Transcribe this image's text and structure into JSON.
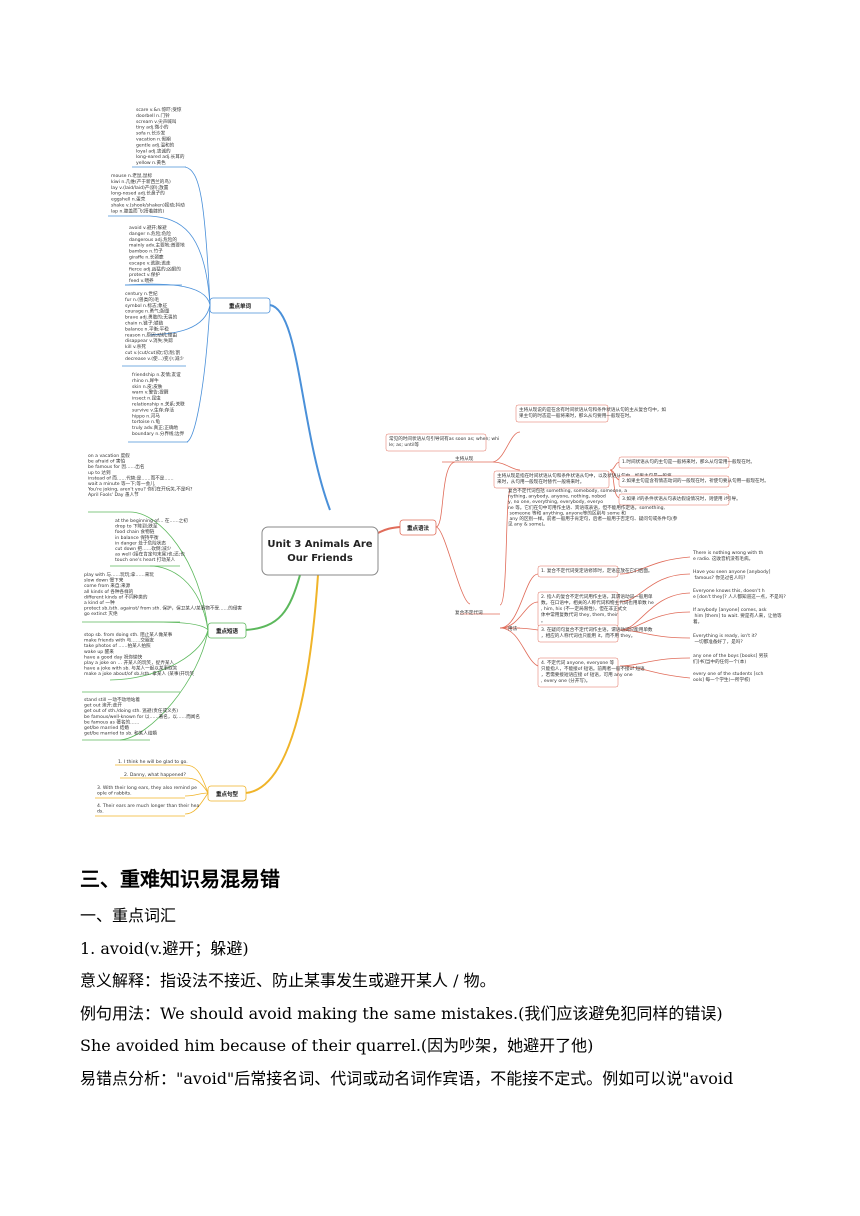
{
  "mindmap": {
    "root": "Unit 3 Animals Are Our Friends",
    "root_lines": [
      "Unit 3 Animals Are",
      "Our Friends"
    ],
    "colors": {
      "words": "#4a90d9",
      "grammar": "#e06c5a",
      "phrases": "#5cb85c",
      "sentences": "#f0b429"
    },
    "branches": {
      "words": "重点单词",
      "grammar": "重点语法",
      "phrases": "重点短语",
      "sentences": "重点句型"
    },
    "words_groups": [
      [
        "scare  v.&n.惊吓;受惊",
        "doorbell  n.门铃",
        "scream  v.尖声喊叫",
        "tiny  adj.微小的",
        "sofa  n.长沙发",
        "vacation  n.假期",
        "gentle  adj.温和的",
        "loyal  adj.忠诚的",
        "long-eared  adj.长耳的",
        "yellow  n.黄色"
      ],
      [
        "mouse  n.老鼠,鼠标",
        "kiwi  n.几维(产于新西兰的鸟)",
        "lay  v.(laid/laid)产(卵);放置",
        "long-nosed  adj.长鼻子的",
        "eggshell  n.蛋壳",
        "shake  v.(shook/shaken)摇动;抖动",
        "lap  n.膝盖而飞(搭着膝的)"
      ],
      [
        "avoid  v.避开;躲避",
        "danger  n.危险;危险",
        "dangerous  adj.危险的",
        "mainly  adv.主要地;首要地",
        "bamboo  n.竹子",
        "giraffe  n.长颈鹿",
        "escape  v.逃跑;逃走",
        "fierce  adj.凶猛的;凶狠的",
        "protect  v.保护",
        "feed  v.喂养"
      ],
      [
        "century  n.世纪",
        "fur  n.(兽类的)毛",
        "symbol  n.标志;象征",
        "courage  n.勇气;胆量",
        "brave  adj.勇敢的;无畏的",
        "chain  n.链子;锁链",
        "balance  n.平衡;平稳",
        "reason  n.原因;动机;理由",
        "disappear  v.消失;失踪",
        "kill  v.杀死",
        "cut  v.(cut/cut)砍;切;削;割",
        "decrease  v.(使…)变小;减少"
      ],
      [
        "friendship  n.友情;友谊",
        "rhino  n.犀牛",
        "skin  n.皮;皮肤",
        "warn  v.警告;提醒",
        "insect  n.昆虫",
        "relationship  n.关系;关联",
        "survive  v.生存;存活",
        "hippo  n.河马",
        "tortoise  n.龟",
        "truly  adv.真正;正确地",
        "boundary  n.分界线;边界"
      ]
    ],
    "grammar": {
      "sub1": "主将从现",
      "note_top": "主将从现说的是在含有时间状语从句和条件状语从句的主从复合句中，如果主句的时态是一般将来时，那么从句要用一般现在时。",
      "conj": "常见的时间状语从句引导词有as soon as; when; while; as; until等",
      "rule_main": "主将从现是指在时间状语从句和条件状语从句中，以及状语从句中，如果主句是一般将来时，从句用一般现在时替代一般将来时。",
      "right1": "1.时间状语从句的主句是一般将来时，那么从句常用一般现在时。",
      "right2": "2.如果主句是含有情态动词的一般现在时，祈使句要从句用一般现在时。",
      "right3": "3.如果 if的条件状语从句表达假设情况时，则使用 if引导。",
      "sub2": "复合不定代词",
      "pron_desc": "复合不定代词包括 something, somebody, someone, anything, anybody, anyone, nothing, nobody, no one, everything, everybody, everyone 等。它们在句中可用作主语、宾语或表语，但不能用作定语。something, someone 等和 anything, anyone等的区别与 some 和 any 的区别一样。前者一般用于肯定句，后者一般用于否定句、疑问句或条件句(参见 any & some)。",
      "usage": "用法",
      "u1": "1. 复合不定代词受定语修饰时，定语应放在它们后面。",
      "u2": "2. 指人的复合不定代词用作主语，其谓语动词一般用单数。在口语中，相关的人称代词和物主代词也用单数 he, him, his (不一定局限性)，但在非正式文体中常用复数代词 they, them, their。",
      "u3": "3. 在疑问句复合不定代词作主语，谓语动词只能用单数，相应的人称代词也只能用 it，而不用 they。",
      "u4": "4. 不定代词 anyone, everyone 等只能指人，不能接of 短语。前两者一般不接of 短语，若需要接短语应接 of 短语，可用 any one, every one (分开写)。",
      "e1": "There is nothing wrong with the radio. 这收音机没有毛病。",
      "e2": "Have you seen anyone [anybody] famous? 你见过名人吗?",
      "e3a": "Everyone knows this, doesn't he [don't they]? 人人都知道这一点，不是吗?",
      "e3b": "If anybody [anyone] comes, ask him [them] to wait. 要是有人来，让他等着。",
      "e3c": "Everything is ready, isn't it? 一切都准备好了，是吗?",
      "e4a": "any one of the boys [books] 男孩们[书]当中的任何一个(本)",
      "e4b": "every one of the students [schools] 每一个学生(一所学校)"
    },
    "phrases_groups": [
      [
        "on a vacation  度假",
        "be afraid of  害怕",
        "be famous for  因……出名",
        "up to  达到",
        "instead of  而……代替;是……而不是……",
        "wait a minute  等一下;等一会儿",
        "You're joking, aren't you?  你们在开玩笑,不是吗?",
        "April Fools' Day  愚人节"
      ],
      [
        "at the beginning of…  在……之初",
        "drop to  下降到;跌至",
        "food chain  食物链",
        "in balance  保持平衡",
        "in danger  处于危险状态",
        "cut down  把……砍倒;减少",
        "as well  (接在肯定句末尾)也;还;也",
        "touch one's heart  打动某人"
      ],
      [
        "play with 与……玩玩;拿……来玩",
        "slow down  慢下来",
        "come from  来自;来源",
        "all kinds of  各种各样的",
        "different kinds of  不同种类的",
        "a kind of  一种",
        "protect sb./sth. against/ from sth.  保护，保卫某人/某事物不受……的侵害",
        "go extinct  灭绝"
      ],
      [
        "stop sb. from doing sth.  阻止某人做某事",
        "make friends with  与……交朋友",
        "take photos of  ……拍某人拍照",
        "wake up  醒来",
        "have a good day  祝你愉快",
        "play a joke on … 开某人的玩笑，捉弄某人",
        "have a joke with sb.  与某人一起以某事取笑",
        "make a joke about/of sb./sth.  拿某人 (某事)开玩笑"
      ],
      [
        "stand still  一动不动地站着",
        "get out  滚开;走开",
        "get out of sth./doing sth.  逃避(责任或义务)",
        "be famous/well-known for  以……著名，以……而闻名",
        "be famous as  著名的……",
        "get/be married  结婚",
        "get/be married to sb.  和某人结婚"
      ]
    ],
    "sentences": [
      "1. I think he will be glad to go.",
      "2. Danny, what happened?",
      "3. With their long ears, they also remind people of rabbits.",
      "4. Their ears are much longer than their heads."
    ]
  },
  "document": {
    "section_title": "三、重难知识易混易错",
    "subheading": "一、重点词汇",
    "item_title": "1. avoid(v.避开；躲避)",
    "meaning": "意义解释：指设法不接近、防止某事发生或避开某人 / 物。",
    "example1": "例句用法：We should avoid making the same mistakes.(我们应该避免犯同样的错误)",
    "example2": "She avoided him because of their quarrel.(因为吵架，她避开了他)",
    "analysis": "易错点分析：\"avoid\"后常接名词、代词或动名词作宾语，不能接不定式。例如可以说\"avoid"
  }
}
